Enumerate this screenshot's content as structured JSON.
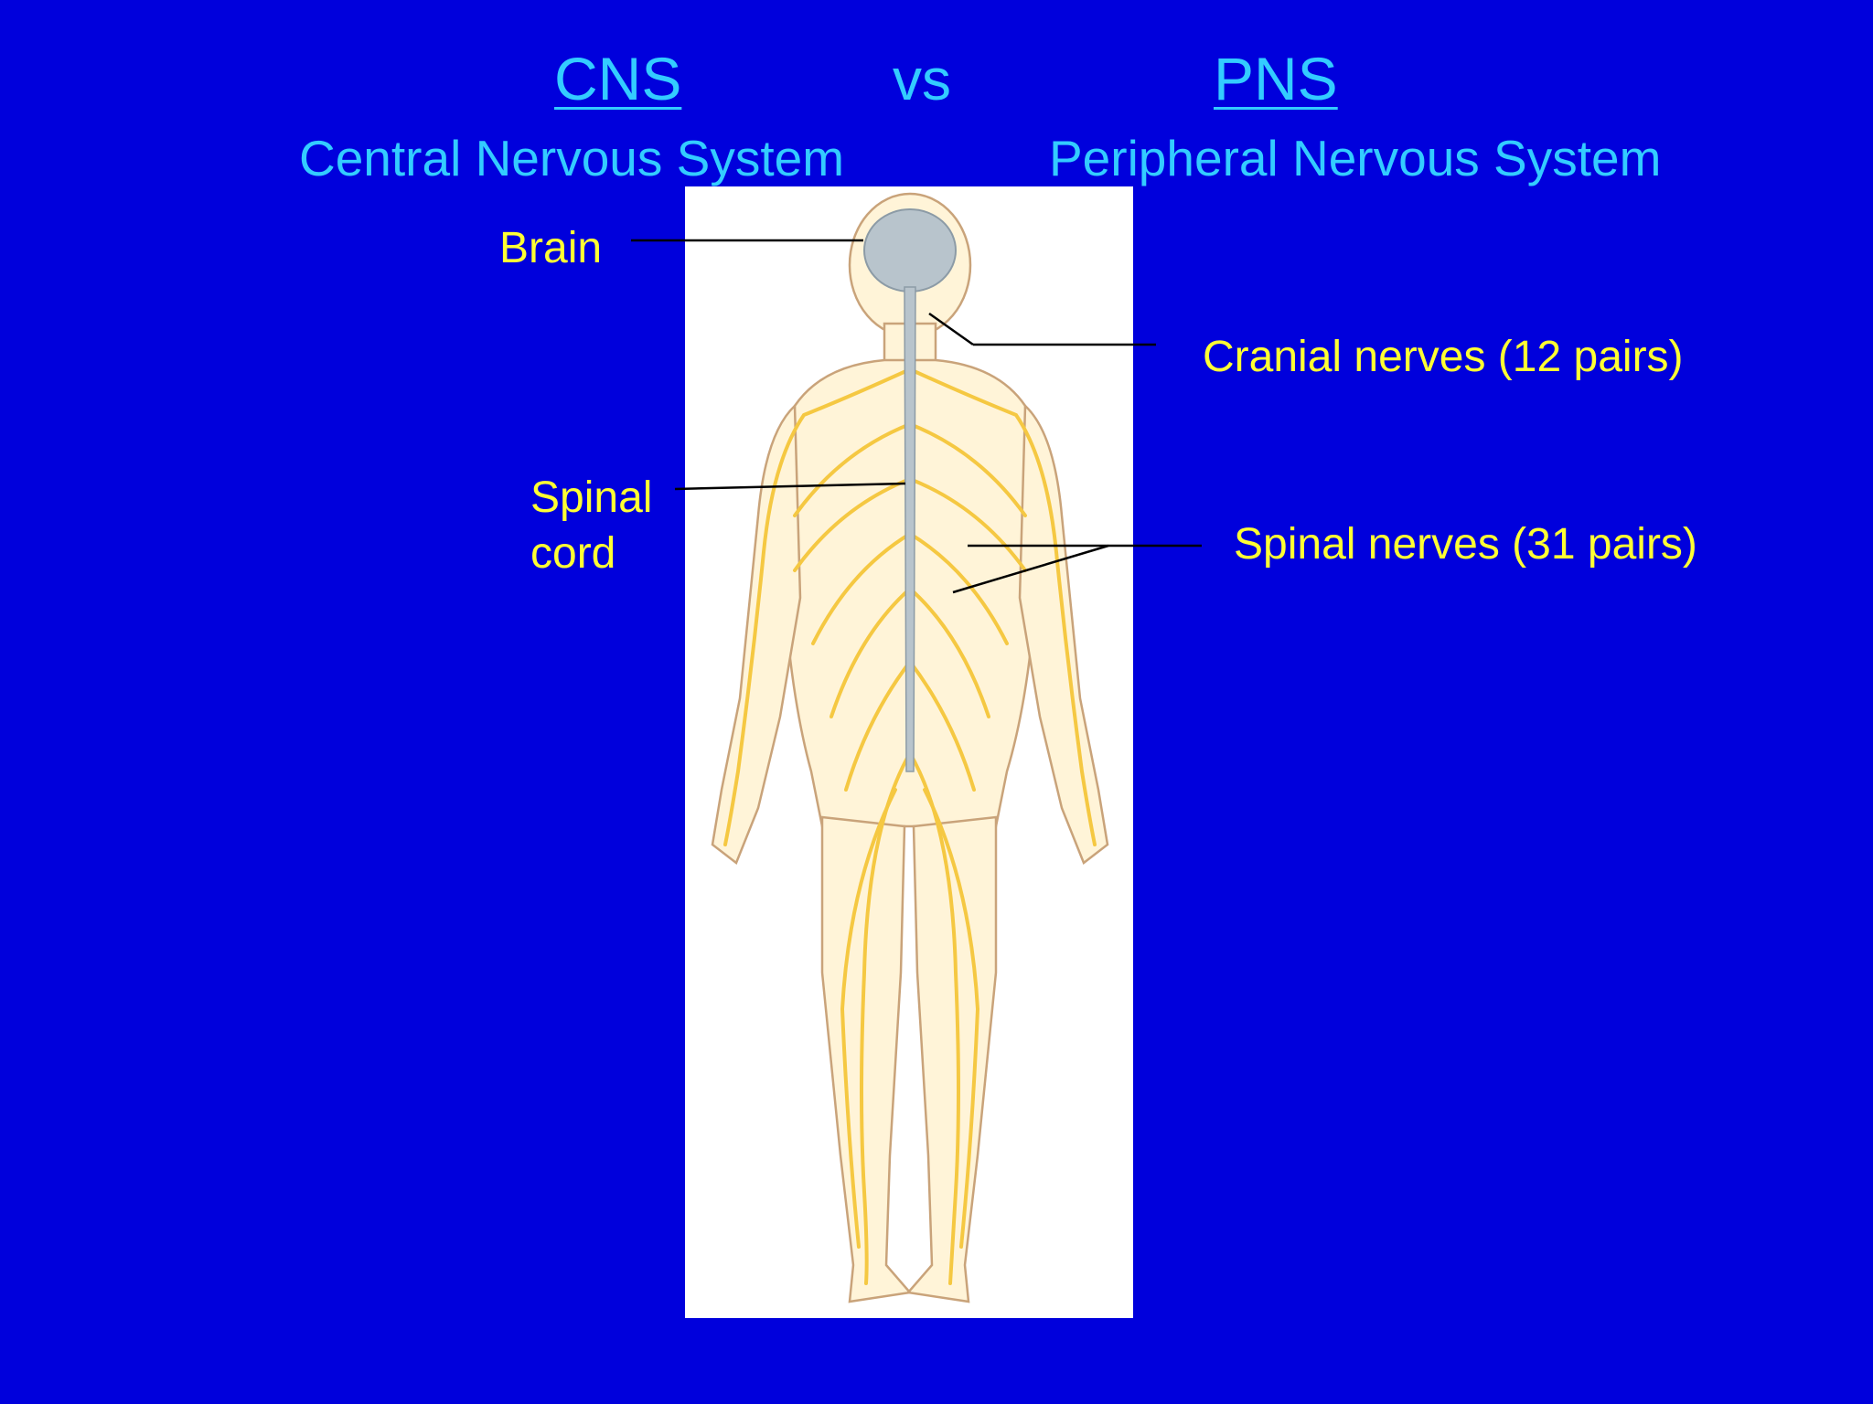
{
  "header": {
    "cns": "CNS",
    "vs": "vs",
    "pns": "PNS",
    "cns_full": "Central Nervous System",
    "pns_full": "Peripheral Nervous System"
  },
  "labels": {
    "brain": "Brain",
    "spinal_cord_line1": "Spinal",
    "spinal_cord_line2": "cord",
    "cranial_nerves": "Cranial nerves (12 pairs)",
    "spinal_nerves": "Spinal nerves (31 pairs)"
  },
  "colors": {
    "background": "#0000DC",
    "heading": "#33CCFF",
    "label": "#FFFF33",
    "nerve": "#F5C842",
    "cns_tissue": "#B8C4CC"
  }
}
